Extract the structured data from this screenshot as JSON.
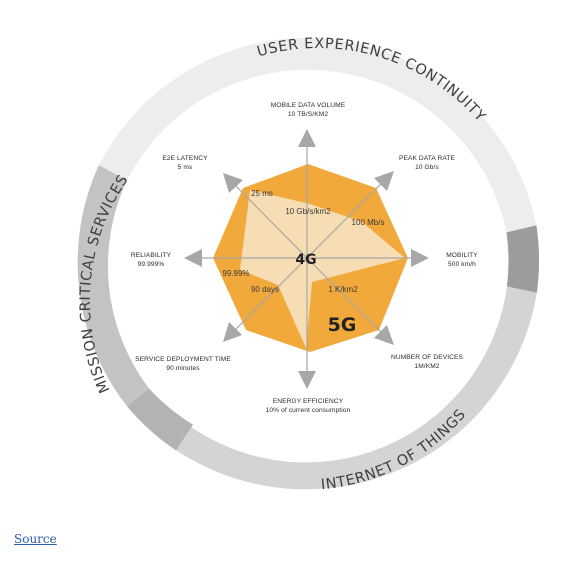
{
  "ring_labels": {
    "user_experience": "USER EXPERIENCE CONTINUITY",
    "mission_critical": "MISSION CRITICAL SERVICES",
    "iot": "INTERNET OF THINGS"
  },
  "axes": [
    {
      "name": "MOBILE DATA VOLUME",
      "value": "10 TB/S/KM2"
    },
    {
      "name": "PEAK DATA RATE",
      "value": "10 Gb/s"
    },
    {
      "name": "MOBILITY",
      "value": "500 km/h"
    },
    {
      "name": "NUMBER OF DEVICES",
      "value": "1M/KM2"
    },
    {
      "name": "ENERGY EFFICIENCY",
      "value": "10% of current consumption"
    },
    {
      "name": "SERVICE DEPLOYMENT TIME",
      "value": "90 minutes"
    },
    {
      "name": "RELIABILITY",
      "value": "99.999%"
    },
    {
      "name": "E2E LATENCY",
      "value": "5 ms"
    }
  ],
  "inner_labels": {
    "latency": "25 ms",
    "data_volume": "10 Gb/s/km2",
    "peak_rate": "100 Mb/s",
    "reliability": "99.99%",
    "deployment": "90 days",
    "devices": "1 K/km2"
  },
  "series_labels": {
    "g4": "4G",
    "g5": "5G"
  },
  "colors": {
    "g5_fill": "#F2A93B",
    "g4_fill": "#F7DDB3",
    "axis": "#A7A7A7",
    "ring_light": "#EDEDED",
    "ring_dark": "#9C9C9C"
  },
  "source_link": "Source"
}
